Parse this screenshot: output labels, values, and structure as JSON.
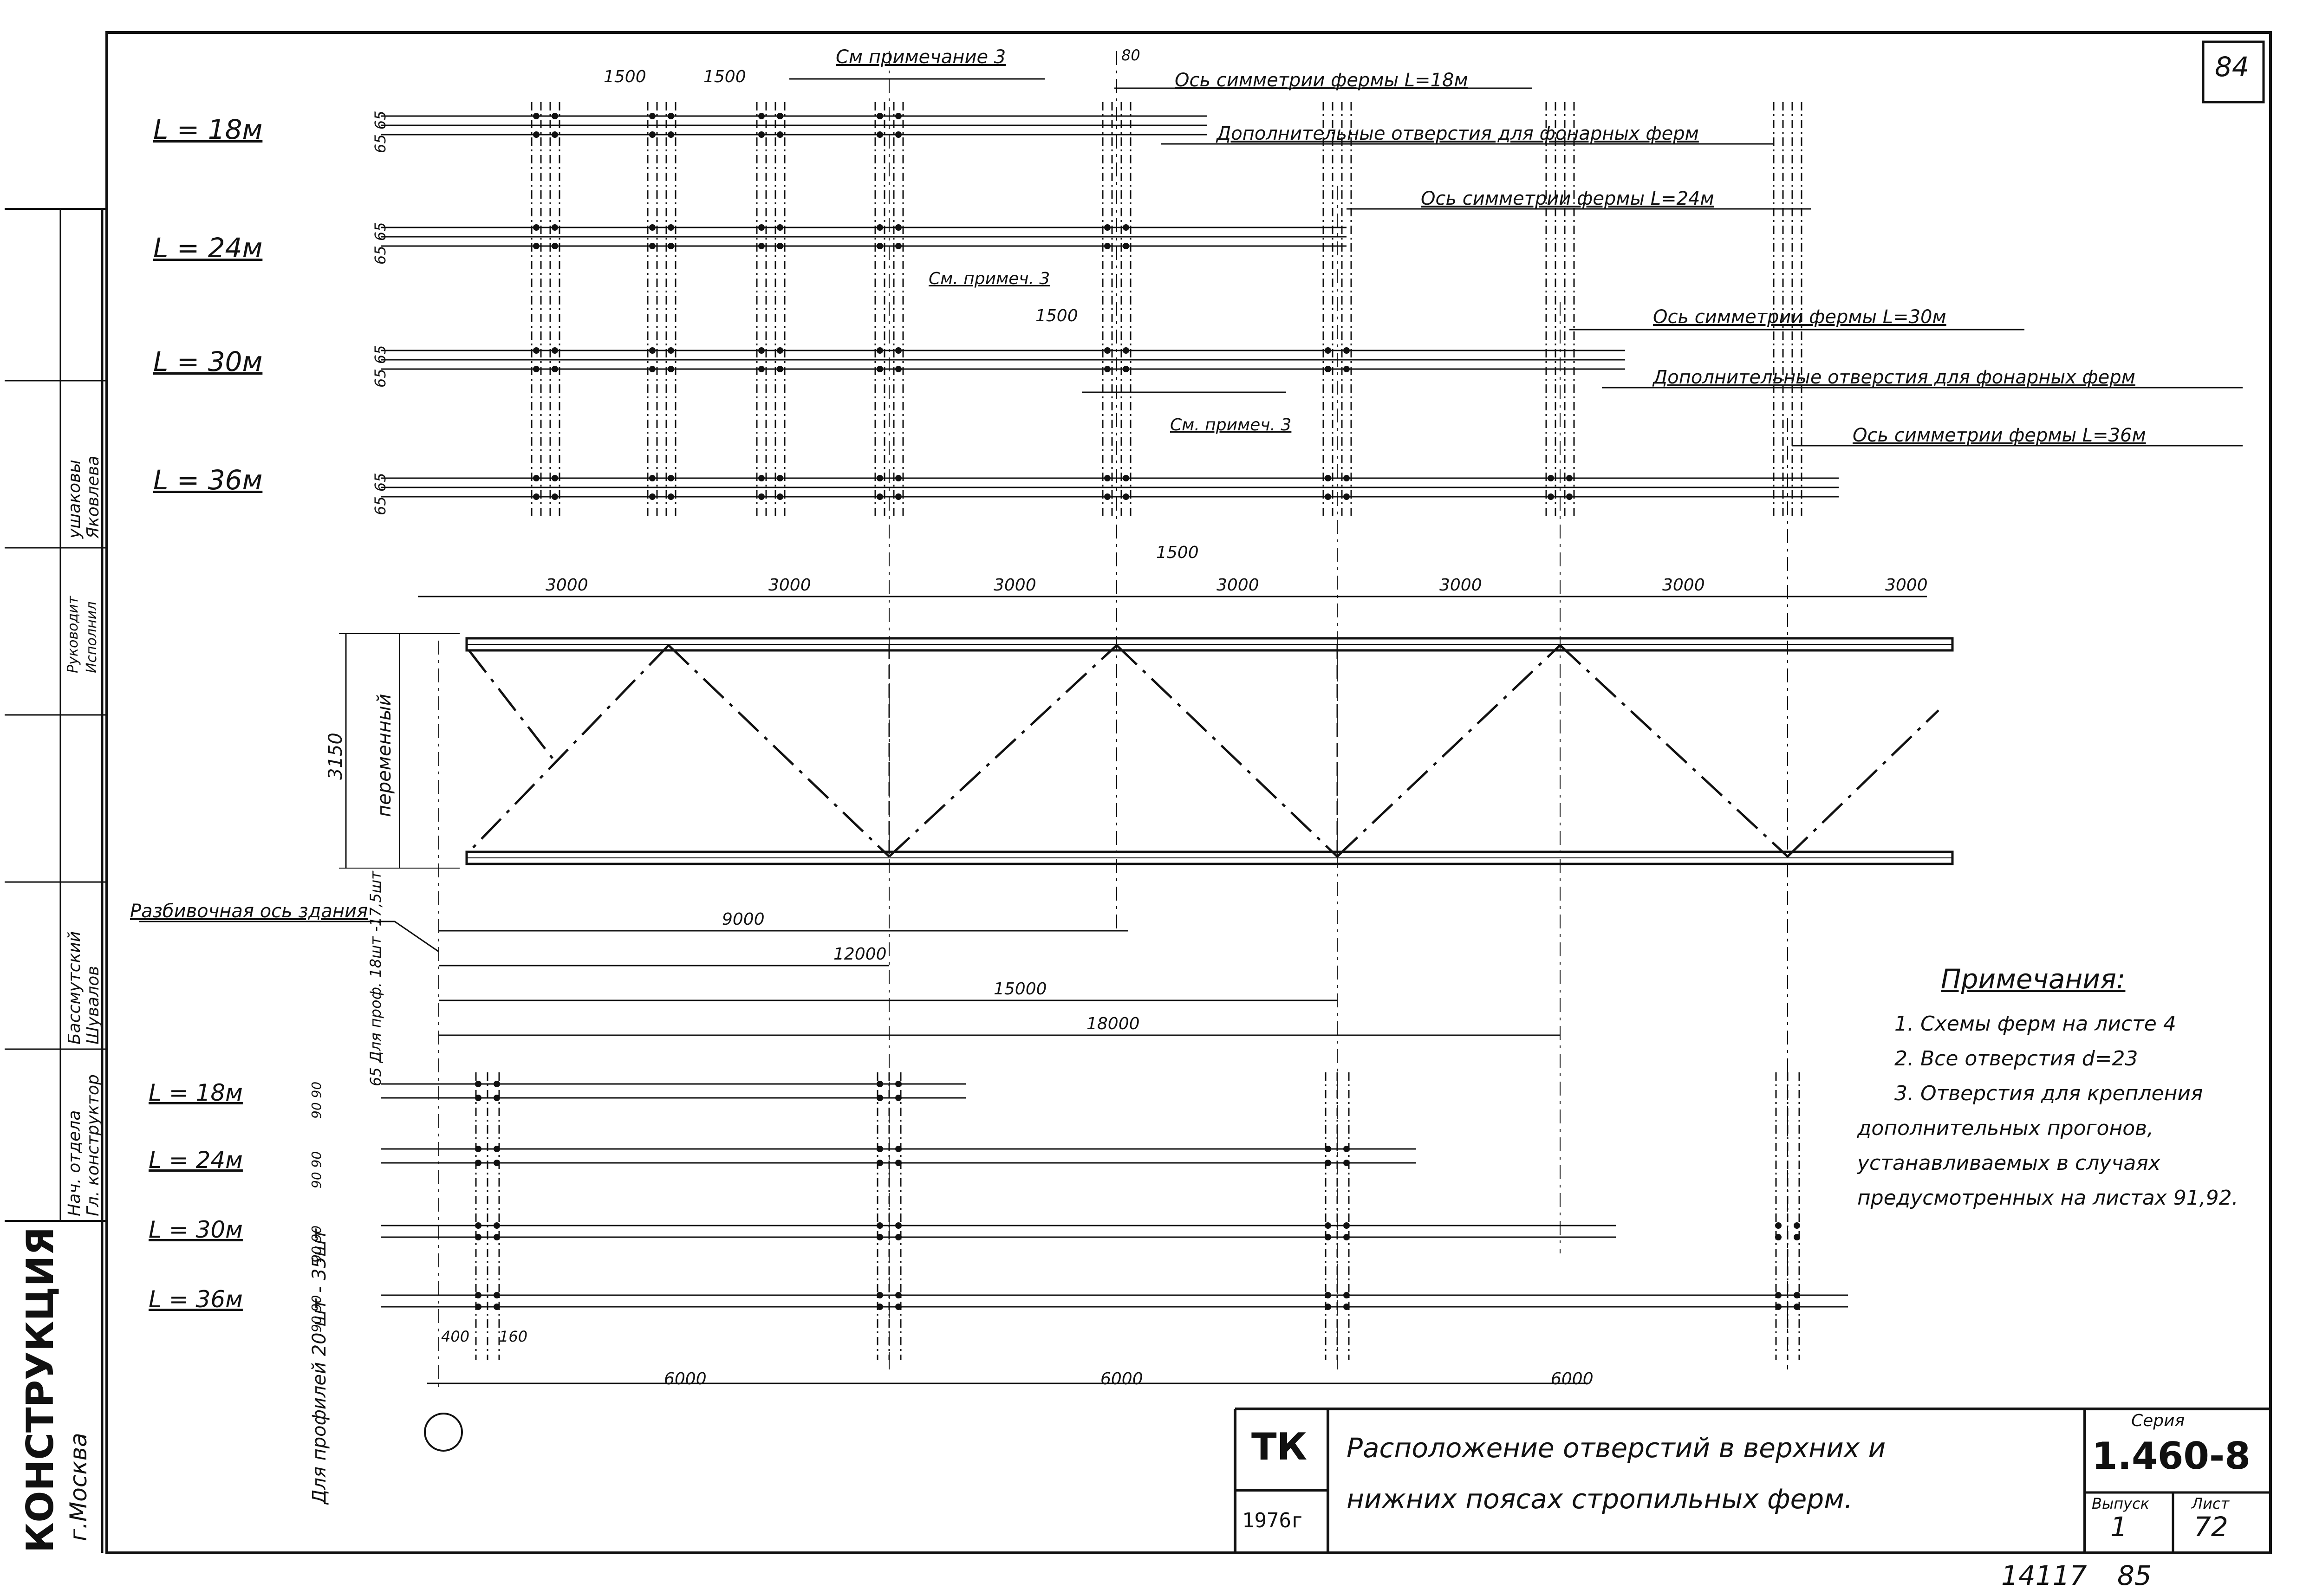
{
  "sheet_number": "84",
  "bottom_stamp": {
    "code": "14117",
    "page": "85"
  },
  "title_block": {
    "org": "ТК",
    "year": "1976г",
    "title_line1": "Расположение отверстий в верхних и",
    "title_line2": "нижних поясах стропильных ферм.",
    "series_label": "Серия",
    "series_value": "1.460-8",
    "issue_label": "Выпуск",
    "issue_value": "1",
    "sheet_label": "Лист",
    "sheet_value": "72"
  },
  "side_block": {
    "org_name": "КОНСТРУКЦИЯ",
    "city": "г.Москва",
    "roles": [
      {
        "role1": "Нач. отдела",
        "role2": "Гл. конструктор",
        "name": ""
      },
      {
        "role1": "Бассмутский",
        "role2": "Шувалов",
        "name": ""
      },
      {
        "role1": "Руководит",
        "role2": "Исполнил",
        "name": ""
      },
      {
        "role1": "ушаковы",
        "role2": "Яковлева",
        "name": ""
      }
    ]
  },
  "top_chord": {
    "spans": [
      "L = 18м",
      "L = 24м",
      "L = 30м",
      "L = 36м"
    ],
    "spacing_labels": [
      "65 65",
      "65 65",
      "65 65",
      "65 65"
    ],
    "note_ref_1": "См примечание 3",
    "note_ref_2": "См. примеч. 3",
    "note_ref_3": "См. примеч. 3",
    "axis_18": "Ось симметрии фермы L=18м",
    "axis_24": "Ось симметрии фермы L=24м",
    "axis_30": "Ось симметрии фермы L=30м",
    "axis_36": "Ось симметрии фермы L=36м",
    "extra_holes_1": "Дополнительные отверстия для фонарных ферм",
    "extra_holes_2": "Дополнительные отверстия для фонарных ферм",
    "dims_1500": [
      "1500",
      "1500",
      "1500",
      "1500"
    ],
    "dim_80": "80",
    "dims_3000": [
      "3000",
      "3000",
      "3000",
      "3000",
      "3000",
      "3000",
      "3000"
    ]
  },
  "truss": {
    "height": "3150",
    "height_note": "переменный",
    "layout_axis": "Разбивочная ось здания",
    "spans": [
      "9000",
      "12000",
      "15000",
      "18000"
    ]
  },
  "bottom_chord": {
    "spans": [
      "L = 18м",
      "L = 24м",
      "L = 30м",
      "L = 36м"
    ],
    "spacing_labels": [
      "90 90",
      "90 90",
      "90 90",
      "90 90"
    ],
    "prof_note_top": "65 Для проф. 18шт -17,5шт",
    "prof_note_bottom": "Для профилей 20 шт - 35шт",
    "dims_400": "400",
    "dims_160": "160",
    "dims_6000": [
      "6000",
      "6000",
      "6000"
    ]
  },
  "notes": {
    "heading": "Примечания:",
    "items": [
      "1. Схемы ферм на листе 4",
      "2. Все отверстия d=23",
      "3. Отверстия для крепления",
      "дополнительных прогонов,",
      "устанавливаемых в случаях",
      "предусмотренных на листах 91,92."
    ]
  }
}
